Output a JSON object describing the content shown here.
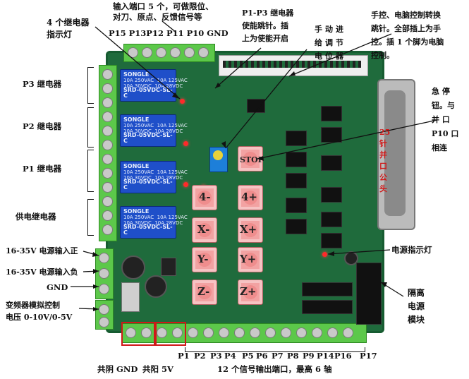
{
  "labels": {
    "relay_indicator": "4 个继电器\n指示灯",
    "input_ports": "输入端口 5 个，可做限位、\n对刀、原点、反馈信号等",
    "input_pins": "P15 P13P12 P11 P10 GND",
    "p1p3_jumper": "P1-P3 继电器\n使能跳针。插\n上为使能开启",
    "pot": "手动进\n给调节\n电位器",
    "mode_jumper": "手控、电脑控制转换\n跳针。全部插上为手\n控。插 1 个脚为电脑\n控制。",
    "estop": "急 停\n钮。与\n并 口\nP10 口\n相连",
    "p3_relay": "P3 继电器",
    "p2_relay": "P2 继电器",
    "p1_relay": "P1 继电器",
    "supply_relay": "供电继电器",
    "vin_pos": "16-35V 电源输入正",
    "vin_neg": "16-35V 电源输入负",
    "gnd": "GND",
    "vfd": "变频器模拟控制\n电压 0-10V/0-5V",
    "power_led": "电源指示灯",
    "isolated_psu": "隔离\n电源\n模块",
    "parallel_port": "25\n针\n并\n口\n公\n头",
    "output_pins": [
      "P1",
      "P2",
      "P3",
      "P4",
      "P5",
      "P6",
      "P7",
      "P8",
      "P9",
      "P14",
      "P16",
      "P17"
    ],
    "common_gnd": "共阴 GND",
    "common_5v": "共阳 5V",
    "outputs_desc": "12 个信号输出端口，最高 6 轴"
  },
  "buttons": {
    "stop": "STOP",
    "four_minus": "4-",
    "four_plus": "4+",
    "x_minus": "X-",
    "x_plus": "X+",
    "y_minus": "Y-",
    "y_plus": "Y+",
    "z_minus": "Z-",
    "z_plus": "Z+"
  },
  "relay": {
    "brand": "SONGLE",
    "rating": "10A 250VAC  10A 125VAC\n10A 30VDC  10A 28VDC",
    "model": "SRD-05VDC-SL-C"
  },
  "colors": {
    "board": "#1f6b3c",
    "terminal": "#5cc84a",
    "annotation": "#d01818",
    "relay": "#1f4fc9"
  }
}
